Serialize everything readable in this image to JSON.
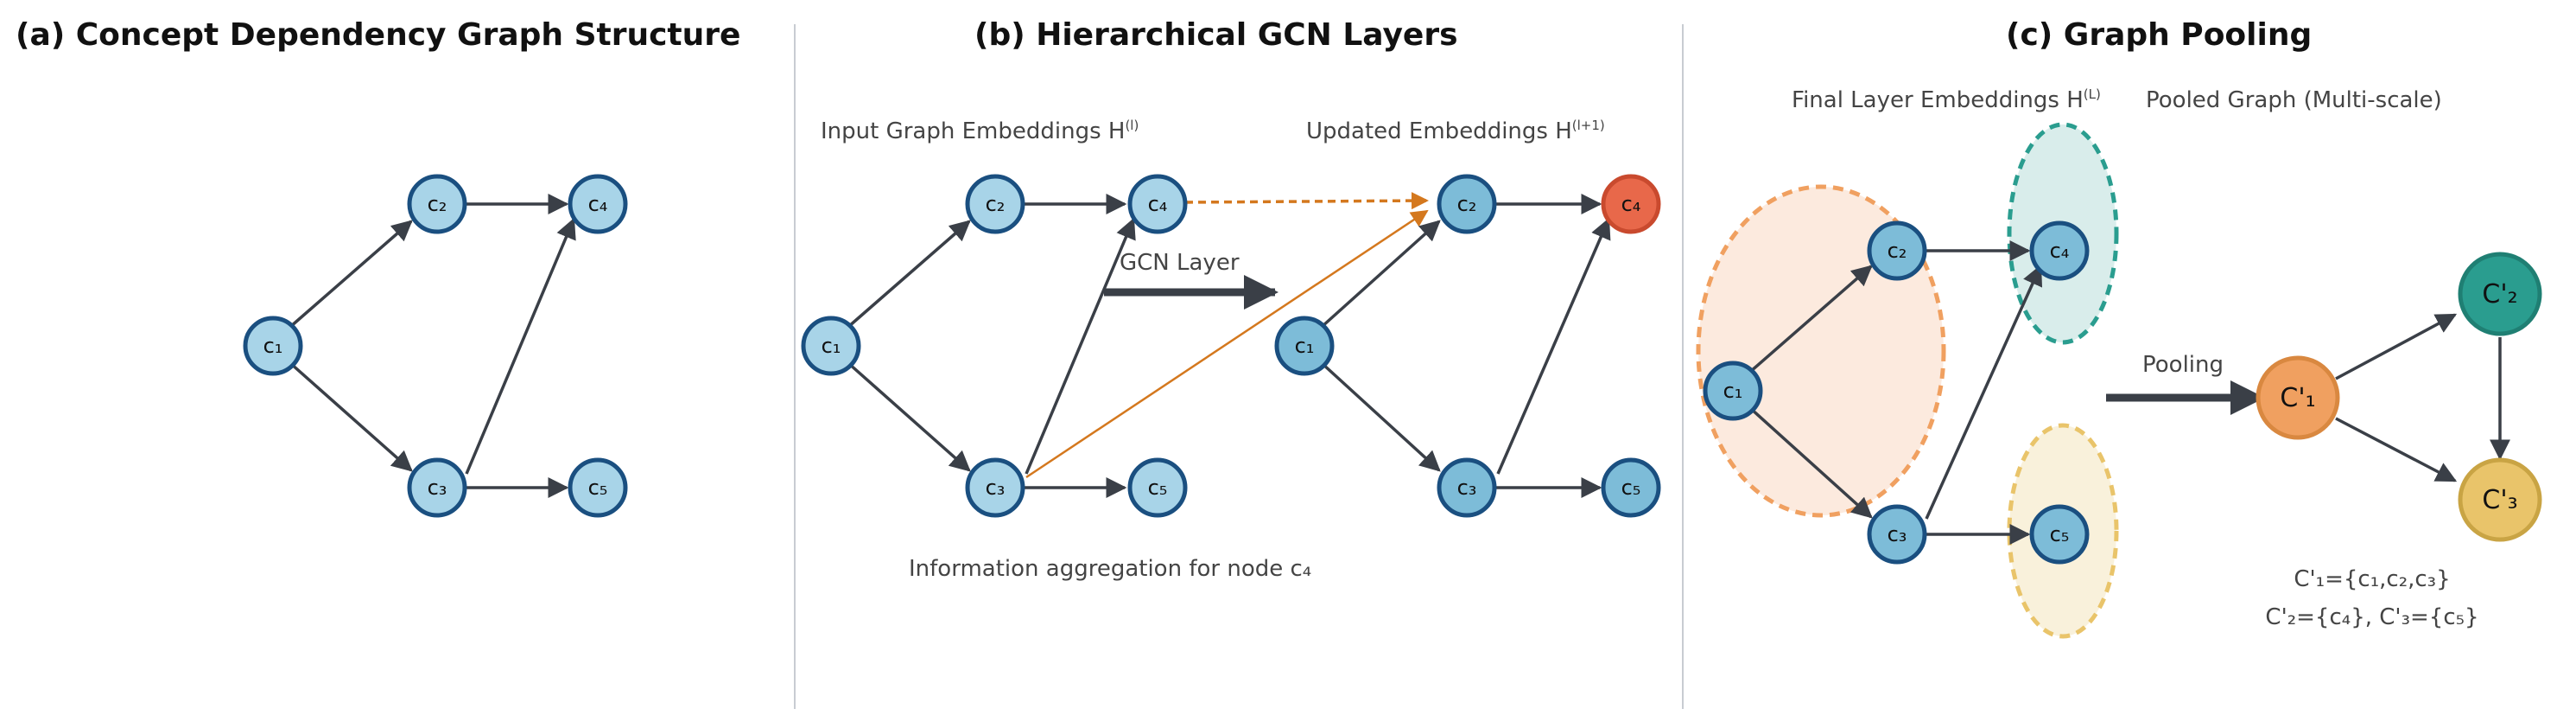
{
  "panels": {
    "a": {
      "title": "(a) Concept Dependency Graph Structure"
    },
    "b": {
      "title": "(b) Hierarchical GCN Layers",
      "input_label": "Input Graph Embeddings H",
      "input_sup": "(l)",
      "updated_label": "Updated Embeddings H",
      "updated_sup": "(l+1)",
      "gcn_label": "GCN Layer",
      "aggregation_caption": "Information aggregation for node c₄"
    },
    "c": {
      "title": "(c) Graph Pooling",
      "final_label": "Final Layer Embeddings H",
      "final_sup": "(L)",
      "pooled_label": "Pooled Graph (Multi-scale)",
      "pooling_label": "Pooling",
      "mapping_line1": "C'₁={c₁,c₂,c₃}",
      "mapping_line2": "C'₂={c₄}, C'₃={c₅}"
    }
  },
  "nodes": {
    "c1": "c₁",
    "c2": "c₂",
    "c3": "c₃",
    "c4": "c₄",
    "c5": "c₅",
    "p1": "C'₁",
    "p2": "C'₂",
    "p3": "C'₃"
  },
  "colors": {
    "node_light": "#a8d4e8",
    "node_mid": "#7dbcd8",
    "node_stroke": "#1a4f80",
    "highlight": "#e8684a",
    "orange": "#f0a060",
    "teal": "#2a9d8f",
    "gold": "#e9c46a",
    "aggregation_line": "#d4781e"
  }
}
